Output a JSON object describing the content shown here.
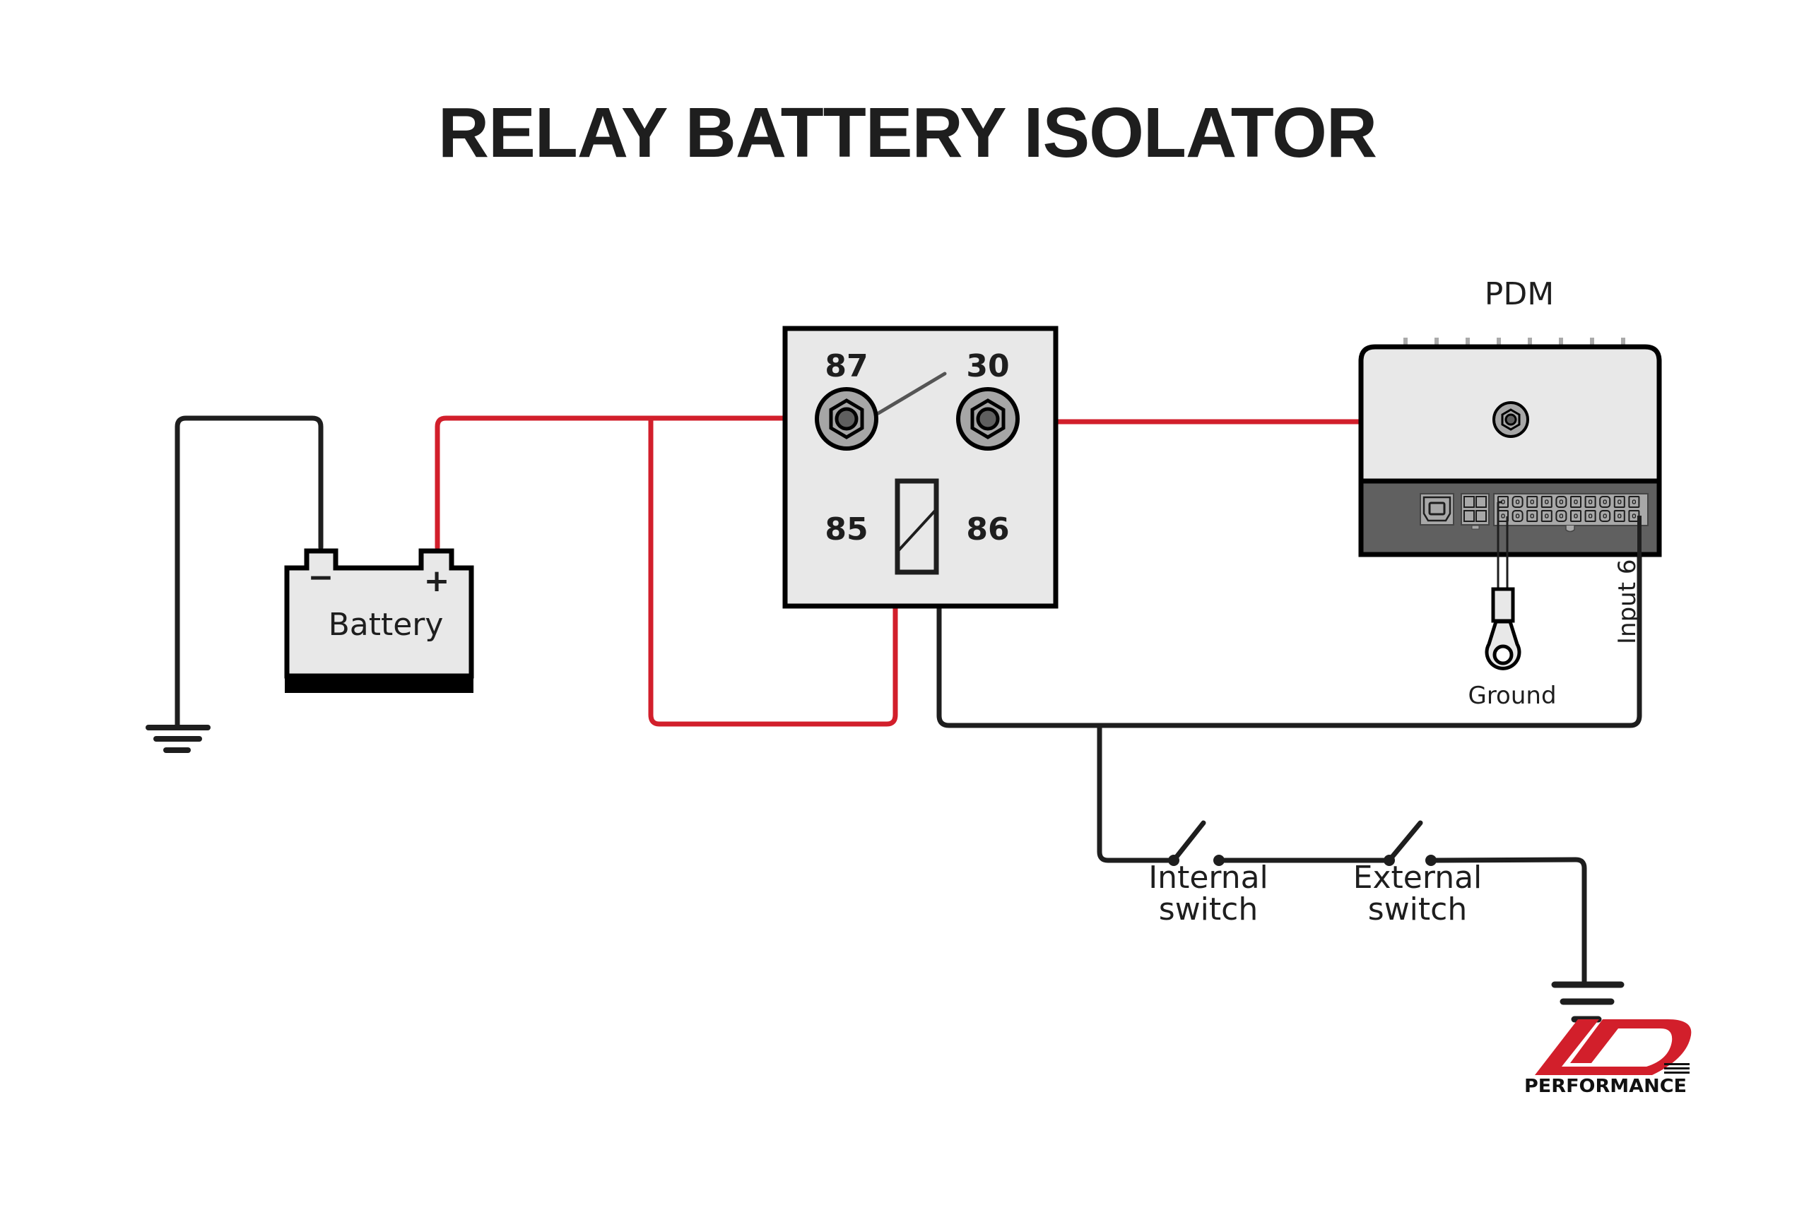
{
  "title": "RELAY BATTERY ISOLATOR",
  "colors": {
    "positive_wire": "#d21f2b",
    "ground_wire": "#1e1e1e",
    "component_fill": "#e8e8e8",
    "pdm_lower": "#606060",
    "brand_red": "#d21f2b"
  },
  "battery": {
    "label": "Battery",
    "negative_symbol": "−",
    "positive_symbol": "+"
  },
  "relay": {
    "pins": {
      "p87": "87",
      "p30": "30",
      "p85": "85",
      "p86": "86"
    }
  },
  "pdm": {
    "label": "PDM",
    "ground_label": "Ground",
    "input_label": "Input 6"
  },
  "switches": [
    {
      "line1": "Internal",
      "line2": "switch"
    },
    {
      "line1": "External",
      "line2": "switch"
    }
  ],
  "logo": {
    "text": "PERFORMANCE"
  }
}
